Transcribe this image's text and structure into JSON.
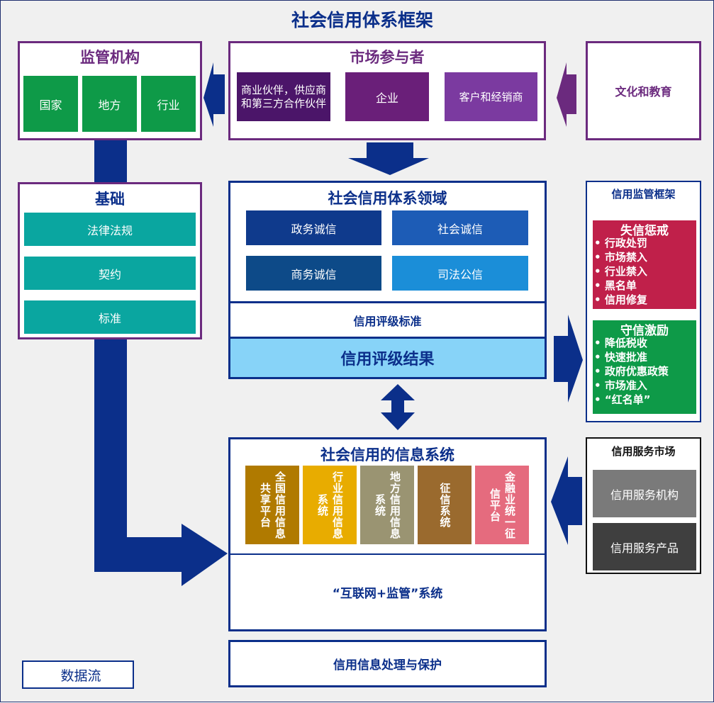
{
  "title": "社会信用体系框架",
  "regulators": {
    "title": "监管机构",
    "items": [
      "国家",
      "地方",
      "行业"
    ]
  },
  "market": {
    "title": "市场参与者",
    "items": [
      "商业伙伴，供应商和第三方合作伙伴",
      "企业",
      "客户和经销商"
    ]
  },
  "culture": "文化和教育",
  "foundation": {
    "title": "基础",
    "items": [
      "法律法规",
      "契约",
      "标准"
    ]
  },
  "domain": {
    "title": "社会信用体系领域",
    "items": [
      "政务诚信",
      "社会诚信",
      "商务诚信",
      "司法公信"
    ]
  },
  "rating_standard": "信用评级标准",
  "rating_result": "信用评级结果",
  "supervision": {
    "title": "信用监管框架",
    "punish": {
      "title": "失信惩戒",
      "items": [
        "行政处罚",
        "市场禁入",
        "行业禁入",
        "黑名单",
        "信用修复"
      ]
    },
    "reward": {
      "title": "守信激励",
      "items": [
        "降低税收",
        "快速批准",
        "政府优惠政策",
        "市场准入",
        "“红名单”"
      ]
    }
  },
  "info_system": {
    "title": "社会信用的信息系统",
    "items": [
      "全国信用信息共享平台",
      "行业信用信息系统",
      "地方信用信息系统",
      "征信系统",
      "金融业统一征信平台"
    ]
  },
  "service_market": {
    "title": "信用服务市场",
    "items": [
      "信用服务机构",
      "信用服务产品"
    ]
  },
  "internet": "“互联网+监管”系统",
  "protection": "信用信息处理与保护",
  "legend": "数据流",
  "colors": {
    "navy": "#0b2f8a",
    "purple": "#6b2a7e",
    "green": "#0e9a48",
    "teal": "#0aa6a0",
    "crimson": "#c0204a",
    "sky": "#87d3f8"
  }
}
